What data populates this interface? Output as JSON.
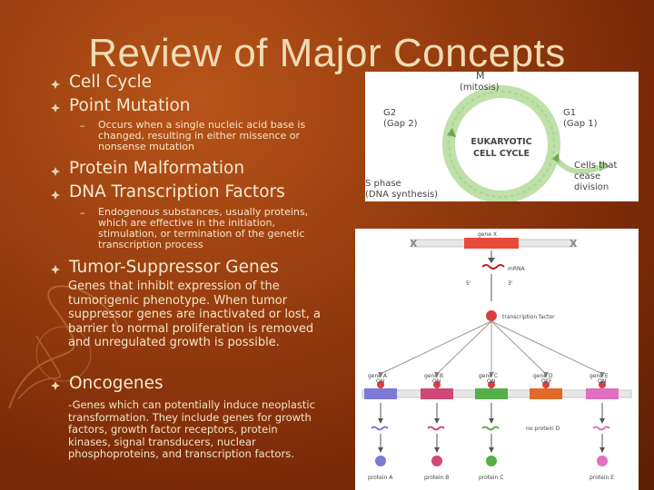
{
  "slide": {
    "title": "Review of Major Concepts",
    "items": [
      {
        "heading": "Cell Cycle"
      },
      {
        "heading": "Point Mutation",
        "sub": "Occurs when a single nucleic acid base is changed, resulting in either missence or nonsense mutation"
      },
      {
        "heading": "Protein Malformation"
      },
      {
        "heading": "DNA Transcription Factors",
        "sub": "Endogenous substances, usually proteins, which are effective in the initiation, stimulation, or termination of the genetic transcription process"
      },
      {
        "heading": "Tumor-Suppressor Genes",
        "text": "Genes that inhibit expression of the tumorigenic phenotype. When tumor suppressor genes are inactivated or lost, a barrier to normal proliferation is removed and unregulated growth is possible."
      },
      {
        "heading": "Oncogenes",
        "text": "-Genes which can potentially induce neoplastic transformation. They include genes for growth factors, growth factor receptors, protein kinases, signal transducers, nuclear phosphoproteins, and transcription factors."
      }
    ],
    "dash": "–"
  },
  "cell_cycle_figure": {
    "m_label": "M",
    "mitosis": "(mitosis)",
    "g2": "G2",
    "g2_sub": "(Gap 2)",
    "g1": "G1",
    "g1_sub": "(Gap 1)",
    "center_line1": "EUKARYOTIC",
    "center_line2": "CELL CYCLE",
    "s_phase": "S phase",
    "s_sub": "(DNA synthesis)",
    "exit1": "Cells that",
    "exit2": "cease",
    "exit3": "division",
    "ring_color": "#9ccf7e"
  },
  "transcription_figure": {
    "gene_x": "gene X",
    "mrna": "mRNA",
    "five_prime": "5'",
    "three_prime": "3'",
    "transcription_factor": "transcription factor",
    "genes": [
      {
        "label": "gene A",
        "state": "ON",
        "protein": "protein A",
        "color": "#7b7bd6"
      },
      {
        "label": "gene B",
        "state": "ON",
        "protein": "protein B",
        "color": "#d04878"
      },
      {
        "label": "gene C",
        "state": "ON",
        "protein": "protein C",
        "color": "#55b04a"
      },
      {
        "label": "gene D",
        "state": "OFF",
        "protein": "no protein D",
        "color": "#e06a2a"
      },
      {
        "label": "gene E",
        "state": "ON",
        "protein": "protein E",
        "color": "#e070c0"
      }
    ],
    "gene_x_color": "#e84a3a"
  }
}
